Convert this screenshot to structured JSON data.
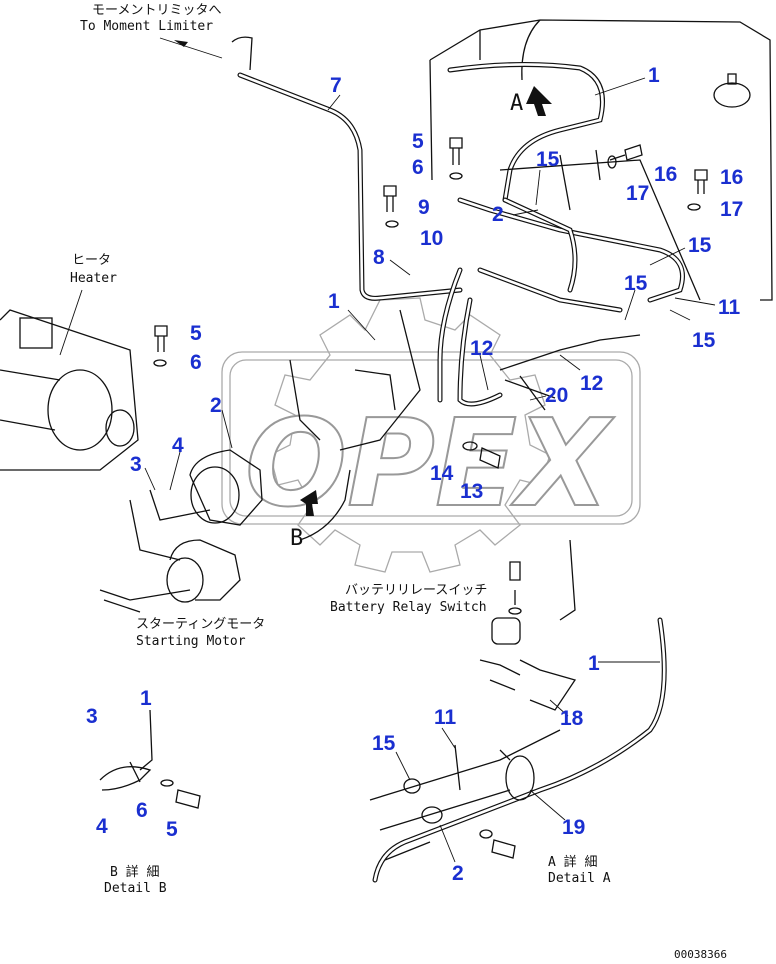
{
  "watermark": "OPEX",
  "labels": {
    "moment_limiter_jp": "モーメントリミッタへ",
    "moment_limiter_en": "To Moment Limiter",
    "heater_jp": "ヒータ",
    "heater_en": "Heater",
    "battery_relay_jp": "バッテリリレースイッチ",
    "battery_relay_en": "Battery Relay Switch",
    "starting_motor_jp": "スターティングモータ",
    "starting_motor_en": "Starting Motor",
    "detail_b_jp": "B 詳 細",
    "detail_b_en": "Detail B",
    "detail_a_jp": "A 詳 細",
    "detail_a_en": "Detail A",
    "view_a": "A",
    "view_b": "B",
    "part_code": "00038366"
  },
  "callouts": [
    "1",
    "7",
    "5",
    "6",
    "15",
    "16",
    "16",
    "17",
    "17",
    "2",
    "9",
    "10",
    "8",
    "15",
    "15",
    "11",
    "15",
    "1",
    "5",
    "6",
    "12",
    "12",
    "20",
    "2",
    "4",
    "3",
    "14",
    "13",
    "1",
    "3",
    "4",
    "6",
    "5",
    "11",
    "15",
    "2",
    "1",
    "18",
    "19"
  ]
}
